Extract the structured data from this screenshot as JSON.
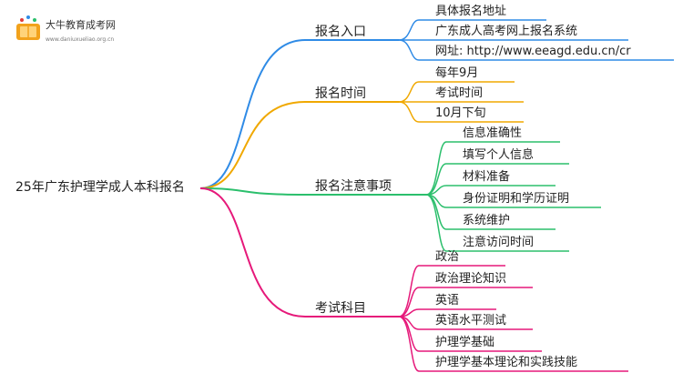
{
  "logo": {
    "name": "大牛教育成考网",
    "url": "www.daniuxueliao.org.cn"
  },
  "root": {
    "label": "25年广东护理学成人本科报名"
  },
  "branches": [
    {
      "label": "报名入口",
      "color": "#2f8be6",
      "children": [
        "具体报名地址",
        "广东成人高考网上报名系统",
        "网址: http://www.eeagd.edu.cn/cr"
      ]
    },
    {
      "label": "报名时间",
      "color": "#f0a800",
      "children": [
        "每年9月",
        "考试时间",
        "10月下旬"
      ]
    },
    {
      "label": "报名注意事项",
      "color": "#2bbf6c",
      "children": [
        "信息准确性",
        "填写个人信息",
        "材料准备",
        "身份证明和学历证明",
        "系统维护",
        "注意访问时间"
      ]
    },
    {
      "label": "考试科目",
      "color": "#e6197a",
      "children": [
        "政治",
        "政治理论知识",
        "英语",
        "英语水平测试",
        "护理学基础",
        "护理学基本理论和实践技能"
      ]
    }
  ]
}
